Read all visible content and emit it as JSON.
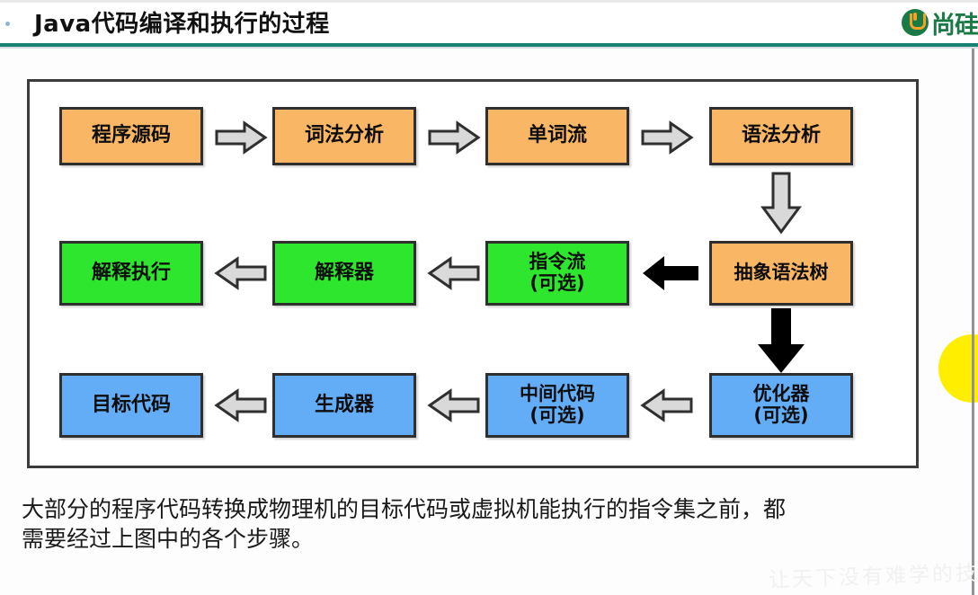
{
  "header": {
    "title": "Java代码编译和执行的过程",
    "logo_text": "尚硅",
    "logo_icon": "u-circle-logo-icon",
    "rule_color": "#178173"
  },
  "diagram": {
    "colors": {
      "orange": "#f9b664",
      "green": "#2ee62e",
      "blue": "#63adf7",
      "arrow_gray": "#d9d9d9",
      "arrow_black": "#000000",
      "border": "#2f2f2f"
    },
    "rows": [
      {
        "id": "row-compile-front-end",
        "nodes": [
          {
            "id": "node-source-code",
            "label": "程序源码",
            "color": "orange"
          },
          {
            "id": "node-lexical",
            "label": "词法分析",
            "color": "orange"
          },
          {
            "id": "node-token-stream",
            "label": "单词流",
            "color": "orange"
          },
          {
            "id": "node-syntax",
            "label": "语法分析",
            "color": "orange"
          }
        ]
      },
      {
        "id": "row-interpret",
        "nodes": [
          {
            "id": "node-interpret-exec",
            "label": "解释执行",
            "color": "green"
          },
          {
            "id": "node-interpreter",
            "label": "解释器",
            "color": "green"
          },
          {
            "id": "node-instruction",
            "label": "指令流\n(可选)",
            "color": "green"
          },
          {
            "id": "node-ast",
            "label": "抽象语法树",
            "color": "orange"
          }
        ]
      },
      {
        "id": "row-compile-back-end",
        "nodes": [
          {
            "id": "node-target-code",
            "label": "目标代码",
            "color": "blue"
          },
          {
            "id": "node-generator",
            "label": "生成器",
            "color": "blue"
          },
          {
            "id": "node-intermediate",
            "label": "中间代码\n(可选)",
            "color": "blue"
          },
          {
            "id": "node-optimizer",
            "label": "优化器\n(可选)",
            "color": "blue"
          }
        ]
      }
    ],
    "arrows": [
      {
        "id": "arrow-source-to-lexical",
        "dir": "right",
        "style": "gray"
      },
      {
        "id": "arrow-lexical-to-token",
        "dir": "right",
        "style": "gray"
      },
      {
        "id": "arrow-token-to-syntax",
        "dir": "right",
        "style": "gray"
      },
      {
        "id": "arrow-syntax-to-ast",
        "dir": "down",
        "style": "gray"
      },
      {
        "id": "arrow-ast-to-instruction",
        "dir": "left",
        "style": "black"
      },
      {
        "id": "arrow-instruction-to-interpreter",
        "dir": "left",
        "style": "gray"
      },
      {
        "id": "arrow-interpreter-to-exec",
        "dir": "left",
        "style": "gray"
      },
      {
        "id": "arrow-ast-to-optimizer",
        "dir": "down",
        "style": "black"
      },
      {
        "id": "arrow-optimizer-to-intermediate",
        "dir": "left",
        "style": "gray"
      },
      {
        "id": "arrow-intermediate-to-generator",
        "dir": "left",
        "style": "gray"
      },
      {
        "id": "arrow-generator-to-target",
        "dir": "left",
        "style": "gray"
      }
    ]
  },
  "caption": {
    "line1": "大部分的程序代码转换成物理机的目标代码或虚拟机能执行的指令集之前，都",
    "line2": "需要经过上图中的各个步骤。"
  },
  "watermark": {
    "text": "让天下没有难学的技"
  }
}
